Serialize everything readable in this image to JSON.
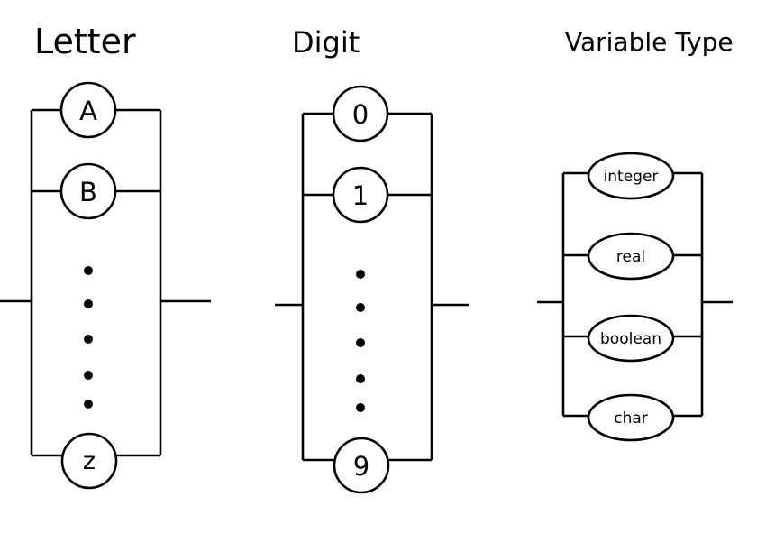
{
  "diagrams": {
    "letter": {
      "title": "Letter",
      "nodes": [
        "A",
        "B",
        "z"
      ]
    },
    "digit": {
      "title": "Digit",
      "nodes": [
        "0",
        "1",
        "9"
      ]
    },
    "variable_type": {
      "title": "Variable Type",
      "nodes": [
        "integer",
        "real",
        "boolean",
        "char"
      ]
    }
  }
}
